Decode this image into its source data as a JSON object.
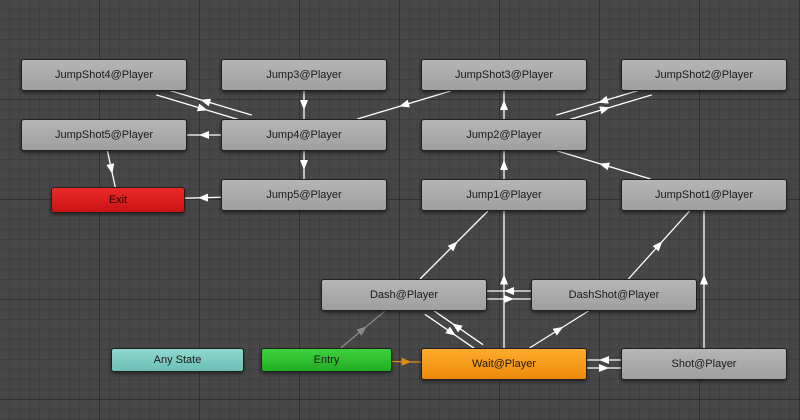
{
  "nodes": {
    "jumpshot4": {
      "label": "JumpShot4@Player"
    },
    "jump3": {
      "label": "Jump3@Player"
    },
    "jumpshot3": {
      "label": "JumpShot3@Player"
    },
    "jumpshot2": {
      "label": "JumpShot2@Player"
    },
    "jumpshot5": {
      "label": "JumpShot5@Player"
    },
    "jump4": {
      "label": "Jump4@Player"
    },
    "jump2": {
      "label": "Jump2@Player"
    },
    "exit": {
      "label": "Exit"
    },
    "jump5": {
      "label": "Jump5@Player"
    },
    "jump1": {
      "label": "Jump1@Player"
    },
    "jumpshot1": {
      "label": "JumpShot1@Player"
    },
    "dash": {
      "label": "Dash@Player"
    },
    "dashshot": {
      "label": "DashShot@Player"
    },
    "anystate": {
      "label": "Any State"
    },
    "entry": {
      "label": "Entry"
    },
    "wait": {
      "label": "Wait@Player"
    },
    "shot": {
      "label": "Shot@Player"
    }
  },
  "colors": {
    "state": "#a8a8a8",
    "exit": "#d81c1c",
    "any_state": "#7fcdc3",
    "entry": "#2ec12e",
    "default_state": "#f7991b",
    "transition": "#ffffff",
    "entry_transition": "#8a8a8a",
    "default_transition": "#e08a10"
  },
  "transitions": [
    {
      "from": "jumpshot4",
      "to": "jump4"
    },
    {
      "from": "jump4",
      "to": "jumpshot4"
    },
    {
      "from": "jump3",
      "to": "jump4"
    },
    {
      "from": "jumpshot3",
      "to": "jump4"
    },
    {
      "from": "jump2",
      "to": "jumpshot3"
    },
    {
      "from": "jump2",
      "to": "jumpshot2"
    },
    {
      "from": "jumpshot2",
      "to": "jump2"
    },
    {
      "from": "jump4",
      "to": "jumpshot5"
    },
    {
      "from": "jumpshot5",
      "to": "exit"
    },
    {
      "from": "jump4",
      "to": "jump5"
    },
    {
      "from": "jump5",
      "to": "exit"
    },
    {
      "from": "jump1",
      "to": "jump2"
    },
    {
      "from": "jumpshot1",
      "to": "jump2"
    },
    {
      "from": "dash",
      "to": "jump1"
    },
    {
      "from": "wait",
      "to": "jump1"
    },
    {
      "from": "dashshot",
      "to": "jumpshot1"
    },
    {
      "from": "shot",
      "to": "jumpshot1"
    },
    {
      "from": "dash",
      "to": "dashshot"
    },
    {
      "from": "dashshot",
      "to": "dash"
    },
    {
      "from": "wait",
      "to": "dash"
    },
    {
      "from": "dash",
      "to": "wait"
    },
    {
      "from": "wait",
      "to": "dashshot"
    },
    {
      "from": "wait",
      "to": "shot"
    },
    {
      "from": "shot",
      "to": "wait"
    },
    {
      "from": "entry",
      "to": "wait",
      "kind": "default"
    },
    {
      "from": "entry",
      "to": "dash",
      "kind": "faint"
    }
  ]
}
